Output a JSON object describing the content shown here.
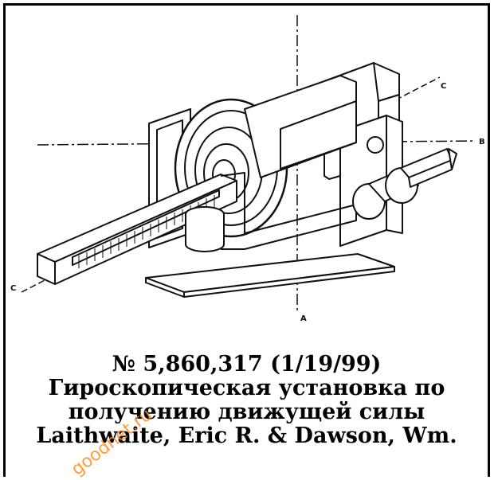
{
  "drawing": {
    "axis_labels": [
      "A",
      "B",
      "C",
      "C"
    ]
  },
  "caption": {
    "line1": "№ 5,860,317 (1/19/99)",
    "line2": "Гироскопическая установка по",
    "line3": "получению движущей силы",
    "line4": "Laithwaite, Eric R. & Dawson, Wm."
  },
  "watermark": {
    "text": "goodnet.ru",
    "color": "#ff8c1a"
  },
  "colors": {
    "border": "#000000",
    "text": "#000000",
    "background": "#ffffff"
  }
}
